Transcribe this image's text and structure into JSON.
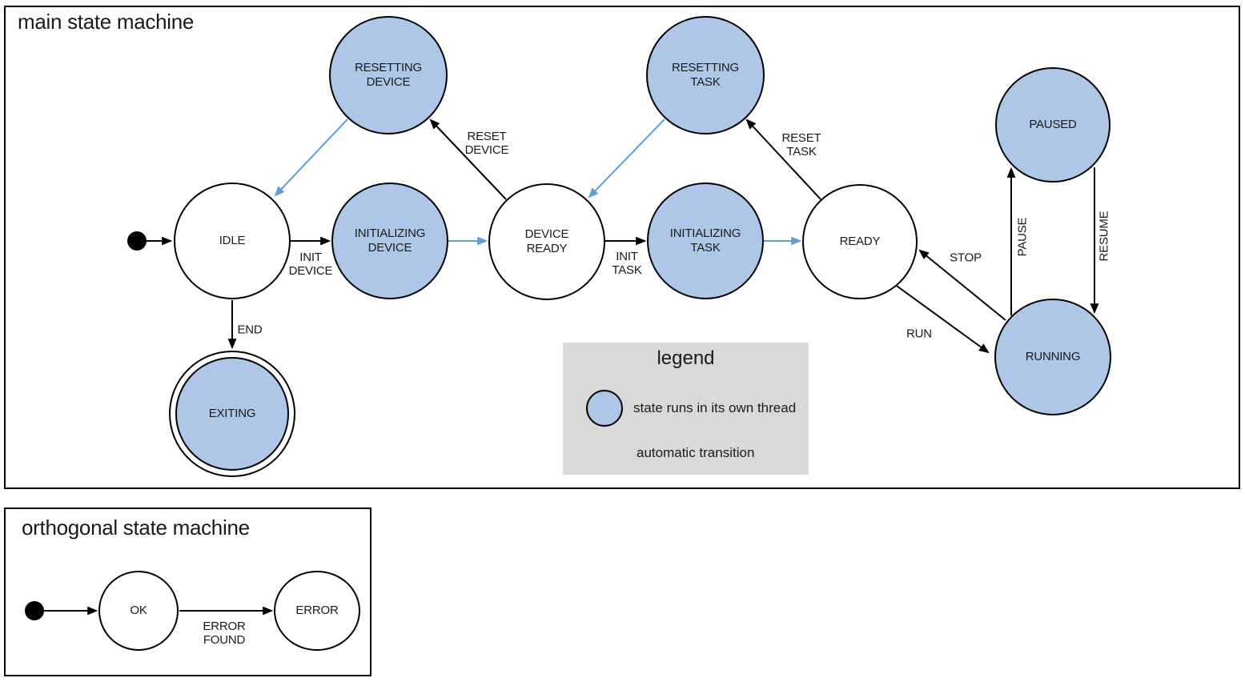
{
  "colors": {
    "threaded_state_fill": "#aec6e8",
    "automatic_transition_blue": "#5f9fd8",
    "legend_background": "#d9d9d9",
    "line_black": "#000000"
  },
  "main_machine": {
    "title": "main state machine",
    "states": [
      {
        "label": "IDLE",
        "threaded": false,
        "final": false
      },
      {
        "label": "RESETTING\nDEVICE",
        "threaded": true,
        "final": false
      },
      {
        "label": "INITIALIZING\nDEVICE",
        "threaded": true,
        "final": false
      },
      {
        "label": "DEVICE\nREADY",
        "threaded": false,
        "final": false
      },
      {
        "label": "RESETTING\nTASK",
        "threaded": true,
        "final": false
      },
      {
        "label": "INITIALIZING\nTASK",
        "threaded": true,
        "final": false
      },
      {
        "label": "READY",
        "threaded": false,
        "final": false
      },
      {
        "label": "PAUSED",
        "threaded": true,
        "final": false
      },
      {
        "label": "RUNNING",
        "threaded": true,
        "final": false
      },
      {
        "label": "EXITING",
        "threaded": true,
        "final": true
      }
    ],
    "transitions": [
      {
        "from": "start",
        "to": "IDLE",
        "label": "",
        "automatic": false
      },
      {
        "from": "IDLE",
        "to": "INITIALIZING DEVICE",
        "label": "INIT\nDEVICE",
        "automatic": false
      },
      {
        "from": "INITIALIZING DEVICE",
        "to": "DEVICE READY",
        "label": "",
        "automatic": true
      },
      {
        "from": "DEVICE READY",
        "to": "INITIALIZING TASK",
        "label": "INIT\nTASK",
        "automatic": false
      },
      {
        "from": "INITIALIZING TASK",
        "to": "READY",
        "label": "",
        "automatic": true
      },
      {
        "from": "DEVICE READY",
        "to": "RESETTING DEVICE",
        "label": "RESET\nDEVICE",
        "automatic": false
      },
      {
        "from": "RESETTING DEVICE",
        "to": "IDLE",
        "label": "",
        "automatic": true
      },
      {
        "from": "READY",
        "to": "RESETTING TASK",
        "label": "RESET\nTASK",
        "automatic": false
      },
      {
        "from": "RESETTING TASK",
        "to": "DEVICE READY",
        "label": "",
        "automatic": true
      },
      {
        "from": "READY",
        "to": "RUNNING",
        "label": "RUN",
        "automatic": false
      },
      {
        "from": "RUNNING",
        "to": "READY",
        "label": "STOP",
        "automatic": false
      },
      {
        "from": "RUNNING",
        "to": "PAUSED",
        "label": "PAUSE",
        "automatic": false
      },
      {
        "from": "PAUSED",
        "to": "RUNNING",
        "label": "RESUME",
        "automatic": false
      },
      {
        "from": "IDLE",
        "to": "EXITING",
        "label": "END",
        "automatic": false
      }
    ]
  },
  "legend": {
    "title": "legend",
    "items": [
      {
        "symbol": "threaded-state-circle",
        "label": "state runs in its own thread"
      },
      {
        "symbol": "automatic-transition-arrow",
        "label": "automatic transition"
      }
    ]
  },
  "orthogonal_machine": {
    "title": "orthogonal state machine",
    "states": [
      {
        "label": "OK",
        "threaded": false
      },
      {
        "label": "ERROR",
        "threaded": false
      }
    ],
    "transitions": [
      {
        "from": "start",
        "to": "OK",
        "label": "",
        "automatic": false
      },
      {
        "from": "OK",
        "to": "ERROR",
        "label": "ERROR\nFOUND",
        "automatic": false
      }
    ]
  }
}
